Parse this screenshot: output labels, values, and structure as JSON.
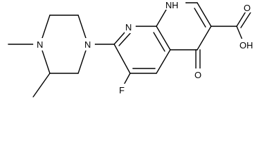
{
  "atoms": {
    "nh": "NH",
    "n_pyridine": "N",
    "n_piperazine": "N",
    "oh": "OH",
    "o_carboxyl": "O",
    "o_ketone": "O",
    "f": "F"
  }
}
